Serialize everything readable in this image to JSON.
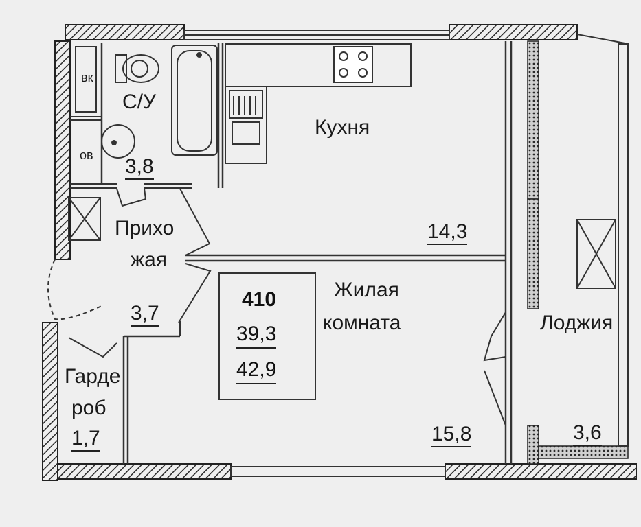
{
  "apartment": {
    "number": "410",
    "living_area": "39,3",
    "total_area": "42,9"
  },
  "rooms": {
    "bathroom": {
      "label": "С/У",
      "area": "3,8",
      "vk_label": "вк",
      "ov_label": "ов"
    },
    "kitchen": {
      "label": "Кухня",
      "area": "14,3"
    },
    "hall": {
      "label_line1": "Прихо",
      "label_line2": "жая",
      "area": "3,7"
    },
    "living": {
      "label_line1": "Жилая",
      "label_line2": "комната",
      "area": "15,8"
    },
    "wardrobe": {
      "label_line1": "Гарде",
      "label_line2": "роб",
      "area": "1,7"
    },
    "loggia": {
      "label": "Лоджия",
      "area": "3,6"
    }
  },
  "colors": {
    "wall_fill": "#2a2a2a",
    "hatch": "#2a2a2a",
    "paper": "#efefef",
    "line": "#333333"
  }
}
